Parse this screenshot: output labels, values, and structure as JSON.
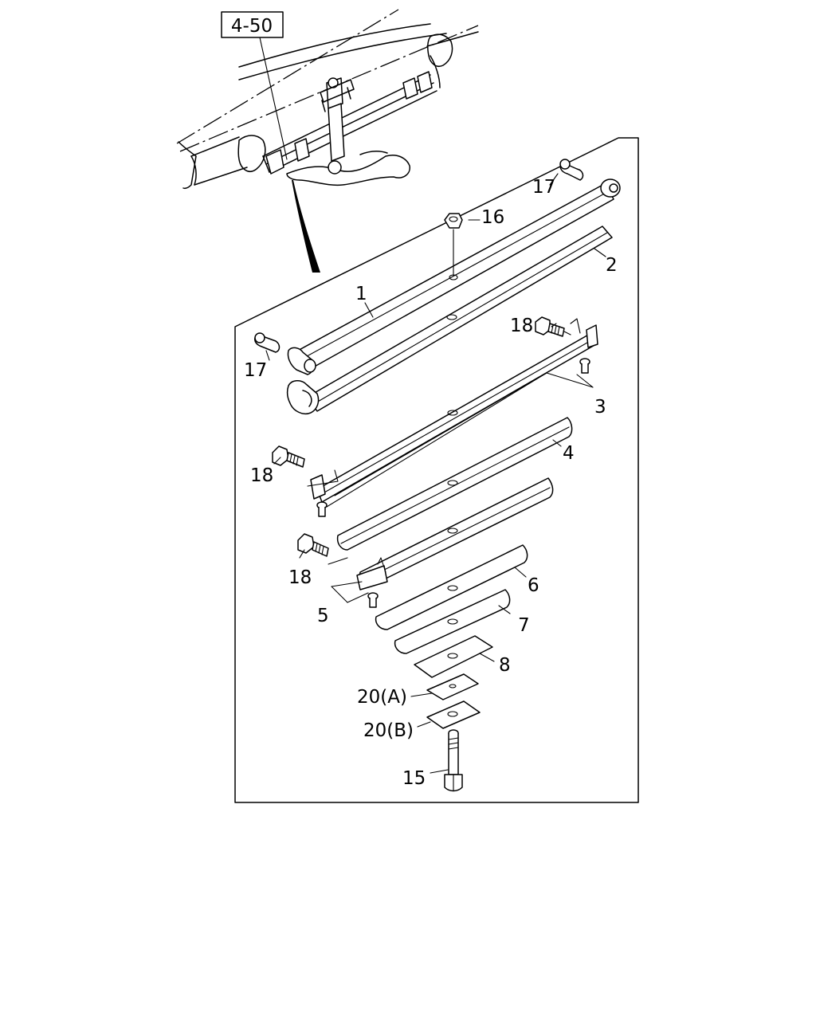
{
  "reference_box": "4-50",
  "callouts": {
    "c1": "1",
    "c2": "2",
    "c3": "3",
    "c4": "4",
    "c5": "5",
    "c6": "6",
    "c7": "7",
    "c8": "8",
    "c15": "15",
    "c16": "16",
    "c17a": "17",
    "c17b": "17",
    "c18a": "18",
    "c18b": "18",
    "c18c": "18",
    "c20a": "20(A)",
    "c20b": "20(B)"
  }
}
